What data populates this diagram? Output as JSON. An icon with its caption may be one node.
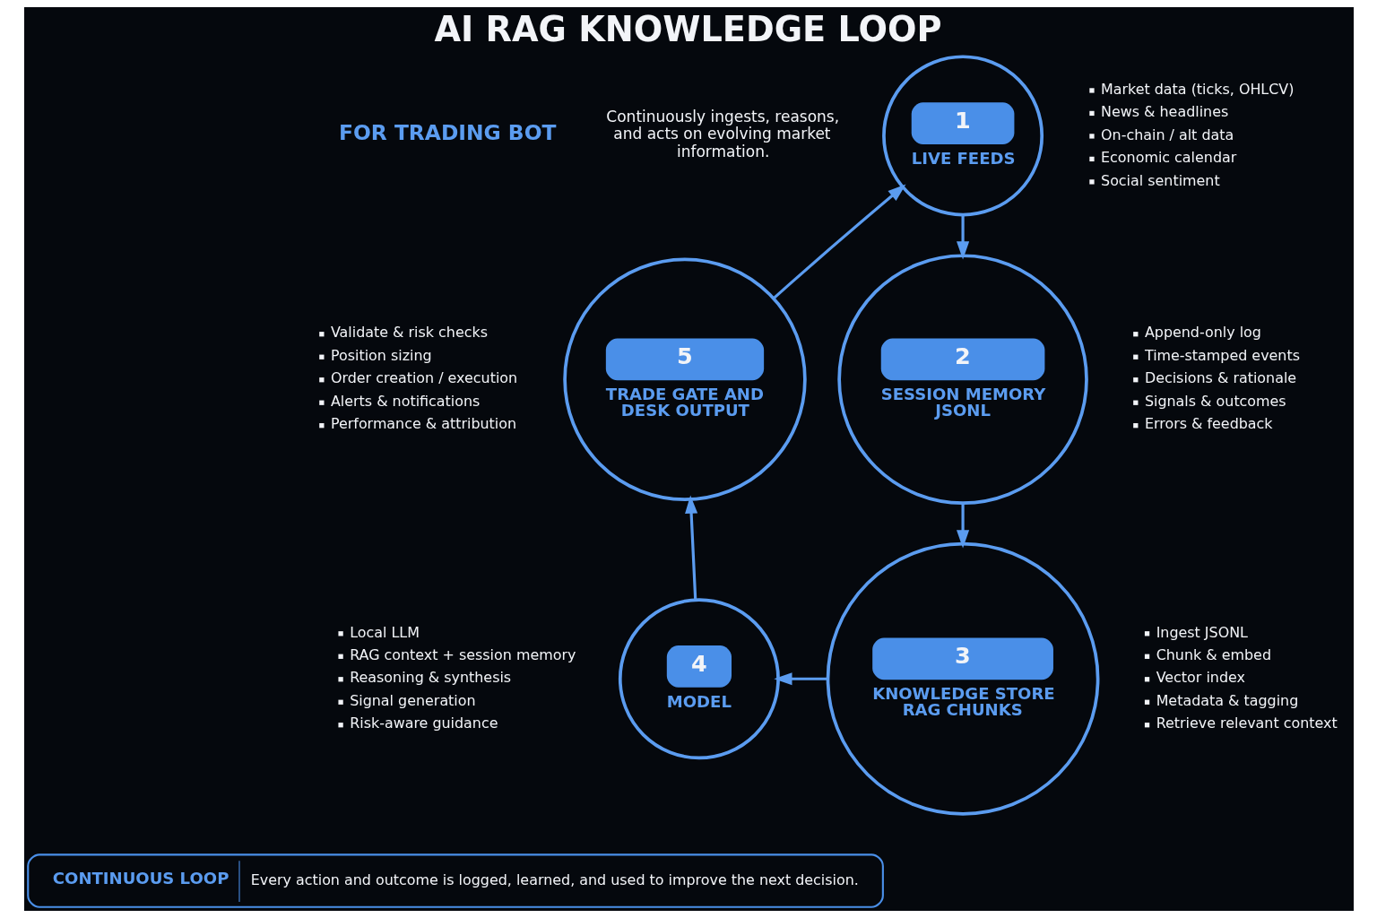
{
  "diagram": {
    "title": "AI RAG KNOWLEDGE LOOP",
    "nodes": [
      {
        "text": [
          "1",
          "LIVE FEEDS"
        ],
        "beside": [
          "Market data (ticks, OHLCV)",
          "News & headlines",
          "On-chain / alt data",
          "Economic calendar",
          "Social sentiment"
        ]
      },
      {
        "text": [
          "2",
          "SESSION MEMORY JSONL"
        ],
        "beside": [
          "Append-only log",
          "Time-stamped events",
          "Decisions & rationale",
          "Signals & outcomes",
          "Errors & feedback"
        ]
      },
      {
        "text": [
          "3",
          "KNOWLEDGE STORE RAG CHUNKS"
        ],
        "beside": [
          "Ingest JSONL",
          "Chunk & embed",
          "Vector index",
          "Metadata & tagging",
          "Retrieve relevant context"
        ]
      },
      {
        "text": [
          "4",
          "MODEL"
        ],
        "beside": [
          "Local LLM",
          "RAG context + session memory",
          "Reasoning & synthesis",
          "Signal generation",
          "Risk-aware guidance"
        ]
      },
      {
        "text": [
          "5",
          "TRADE GATE AND DESK OUTPUT"
        ],
        "beside": [
          "Validate & risk checks",
          "Position sizing",
          "Order creation / execution",
          "Alerts & notifications",
          "Performance & attribution"
        ]
      },
      {
        "text": [
          "CONTINUOUS LOOP",
          "Every action and outcome is logged, learned, and used to improve the next decision."
        ]
      }
    ],
    "edges": [
      {
        "from": 0,
        "to": 1,
        "arrow": "to"
      },
      {
        "from": 1,
        "to": 2,
        "arrow": "to"
      },
      {
        "from": 2,
        "to": 3,
        "arrow": "to"
      },
      {
        "from": 3,
        "to": 4,
        "arrow": "to"
      },
      {
        "from": 4,
        "to": 0,
        "arrow": "to"
      }
    ],
    "labels": [
      "FOR TRADING BOT",
      "Continuously ingests, reasons, and acts on evolving market information."
    ]
  }
}
